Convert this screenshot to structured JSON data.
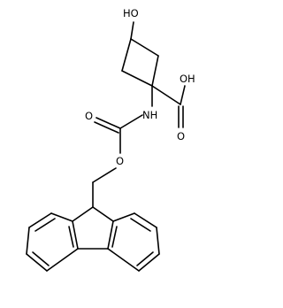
{
  "structure": {
    "atoms": {
      "hydroxyl": "HO",
      "acid_hydroxyl": "OH",
      "acid_carbonyl_oxygen": "O",
      "amine": "NH",
      "carbamate_carbonyl_oxygen": "O",
      "ester_oxygen": "O"
    },
    "colors": {
      "bond": "#000000",
      "label": "#000000",
      "background": "#ffffff"
    }
  }
}
